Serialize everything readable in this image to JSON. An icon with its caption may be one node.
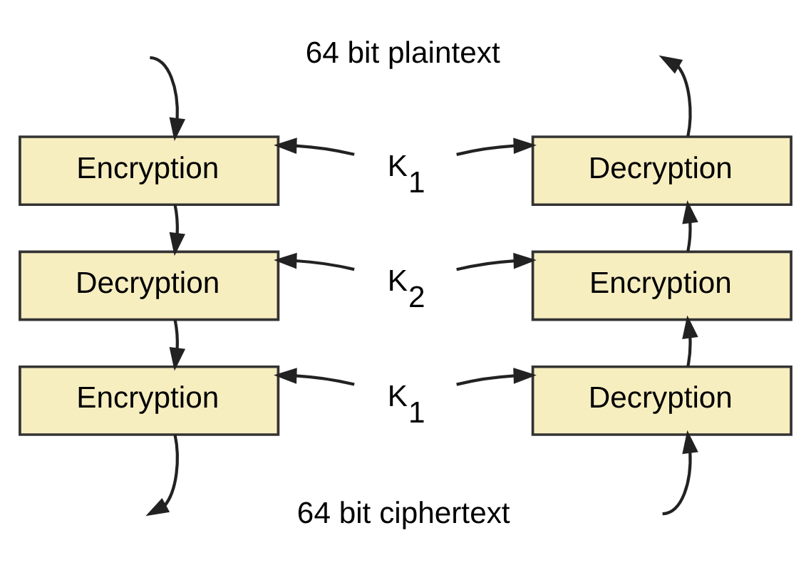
{
  "diagram": {
    "nodes": [
      {
        "text": [
          "Encryption"
        ]
      },
      {
        "text": [
          "Decryption"
        ]
      },
      {
        "text": [
          "Encryption"
        ]
      },
      {
        "text": [
          "Decryption"
        ]
      },
      {
        "text": [
          "Encryption"
        ]
      },
      {
        "text": [
          "Decryption"
        ]
      },
      {
        "text": [
          "K$_{1}$"
        ]
      },
      {
        "text": [
          "K$_{2}$"
        ]
      },
      {
        "text": [
          "K$_{1}$"
        ]
      }
    ],
    "edges": [
      {
        "from": null,
        "to": 0,
        "arrow": "to"
      },
      {
        "from": 0,
        "to": 1,
        "arrow": "to"
      },
      {
        "from": 1,
        "to": 2,
        "arrow": "to"
      },
      {
        "from": 2,
        "to": null,
        "arrow": "to"
      },
      {
        "from": null,
        "to": 5,
        "arrow": "to"
      },
      {
        "from": 5,
        "to": 4,
        "arrow": "to"
      },
      {
        "from": 4,
        "to": 3,
        "arrow": "to"
      },
      {
        "from": 3,
        "to": null,
        "arrow": "to"
      },
      {
        "from": 6,
        "to": 0,
        "arrow": "to"
      },
      {
        "from": 6,
        "to": 3,
        "arrow": "to"
      },
      {
        "from": 7,
        "to": 1,
        "arrow": "to"
      },
      {
        "from": 7,
        "to": 4,
        "arrow": "to"
      },
      {
        "from": 8,
        "to": 2,
        "arrow": "to"
      },
      {
        "from": 8,
        "to": 5,
        "arrow": "to"
      }
    ],
    "labels": [
      "64 bit plaintext",
      "64 bit ciphertext"
    ]
  }
}
